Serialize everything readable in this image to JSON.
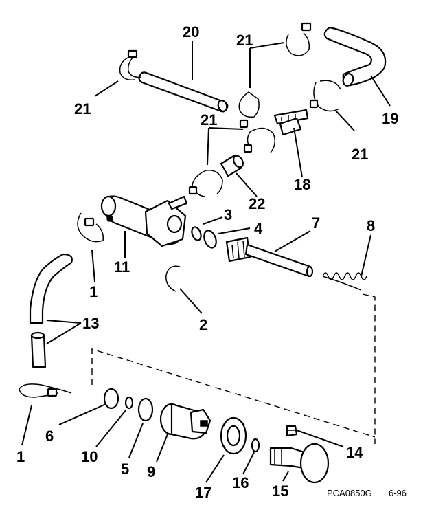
{
  "labels": {
    "l20": "20",
    "l21a": "21",
    "l21b": "21",
    "l21c": "21",
    "l21d": "21",
    "l19": "19",
    "l18": "18",
    "l22": "22",
    "l11": "11",
    "l3": "3",
    "l4": "4",
    "l7": "7",
    "l8": "8",
    "l1a": "1",
    "l13": "13",
    "l2": "2",
    "l1b": "1",
    "l6": "6",
    "l10": "10",
    "l5": "5",
    "l9": "9",
    "l17": "17",
    "l16": "16",
    "l15": "15",
    "l14": "14"
  },
  "footer": {
    "code": "PCA0850G",
    "date": "6-96"
  }
}
